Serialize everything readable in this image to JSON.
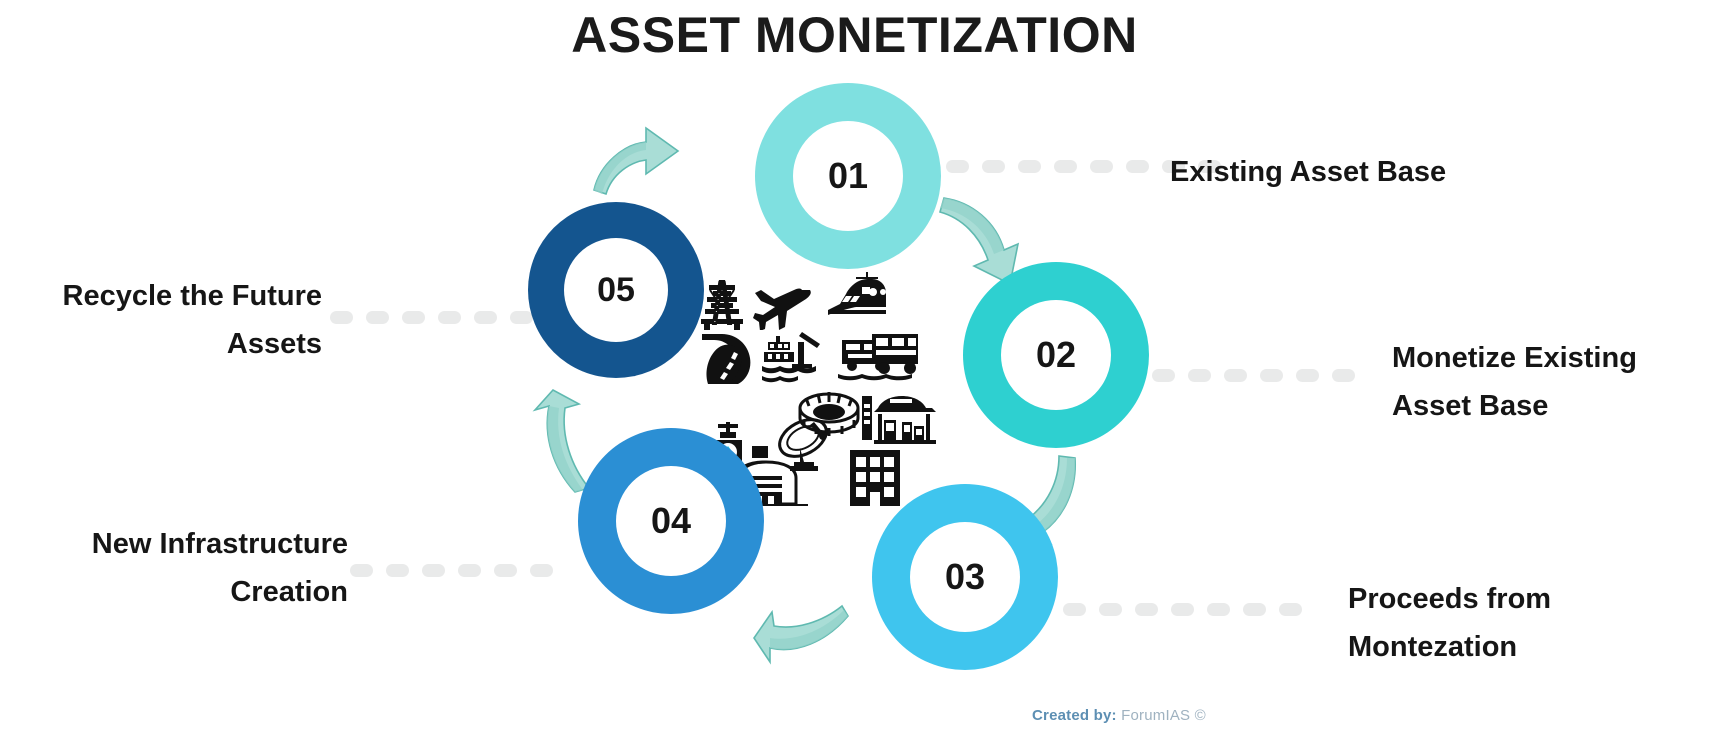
{
  "title": "ASSET MONETIZATION",
  "steps": [
    {
      "number": "01",
      "label": "Existing Asset Base",
      "color": "#7fe0e0"
    },
    {
      "number": "02",
      "label": "Monetize Existing Asset Base",
      "color": "#2ed0d0"
    },
    {
      "number": "03",
      "label": "Proceeds from Montezation",
      "color": "#3fc5ee"
    },
    {
      "number": "04",
      "label": "New Infrastructure Creation",
      "color": "#2b8fd4"
    },
    {
      "number": "05",
      "label": "Recycle the Future Assets",
      "color": "#14558f"
    }
  ],
  "labels": {
    "step01_line1": "Existing Asset Base",
    "step02_line1": "Monetize Existing",
    "step02_line2": "Asset Base",
    "step03_line1": "Proceeds from",
    "step03_line2": "Montezation",
    "step04_line1": "New Infrastructure",
    "step04_line2": "Creation",
    "step05_line1": "Recycle the Future",
    "step05_line2": "Assets"
  },
  "center_icons": [
    "power-transmission-tower-icon",
    "airplane-icon",
    "train-icon",
    "highway-road-icon",
    "seaport-ship-icon",
    "bus-icon",
    "stadium-icon",
    "gas-station-icon",
    "water-pipeline-valve-icon",
    "satellite-dish-icon",
    "warehouse-icon",
    "office-building-icon"
  ],
  "arrows": {
    "count": 5,
    "color": "#a9ddd6",
    "shading": "#7fc9c1",
    "direction": "clockwise"
  },
  "connector": {
    "style": "dashed",
    "color": "#e9eaea",
    "dash_counts": {
      "step01": 8,
      "step02": 6,
      "step03": 7,
      "step04": 6,
      "step05": 6
    }
  },
  "credit": {
    "prefix": "Created by:",
    "name": "ForumIAS ©",
    "prefix_color": "#5d8fb3",
    "name_color": "#9fb2c0"
  },
  "colors": {
    "background": "#ffffff",
    "text": "#161616",
    "ring_hole": "#ffffff"
  }
}
